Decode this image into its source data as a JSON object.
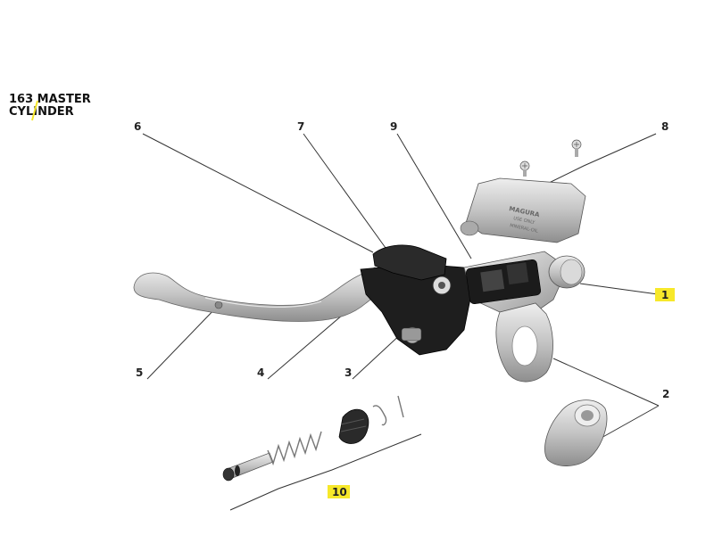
{
  "title": {
    "line1": "163 MASTER",
    "line2": "CYLINDER"
  },
  "callouts": [
    {
      "id": "1",
      "label": "1",
      "highlighted": true
    },
    {
      "id": "2",
      "label": "2",
      "highlighted": false
    },
    {
      "id": "3",
      "label": "3",
      "highlighted": false
    },
    {
      "id": "4",
      "label": "4",
      "highlighted": false
    },
    {
      "id": "5",
      "label": "5",
      "highlighted": false
    },
    {
      "id": "6",
      "label": "6",
      "highlighted": false
    },
    {
      "id": "7",
      "label": "7",
      "highlighted": false
    },
    {
      "id": "8",
      "label": "8",
      "highlighted": false
    },
    {
      "id": "9",
      "label": "9",
      "highlighted": false
    },
    {
      "id": "10",
      "label": "10",
      "highlighted": true
    }
  ],
  "cap_text": {
    "brand": "MAGURA",
    "line1": "USE ONLY",
    "line2": "MINERAL-OIL"
  },
  "colors": {
    "highlight": "#f7e82a",
    "metal": "#c9c9c9",
    "dark_part": "#1e1e1e",
    "line": "#333333"
  }
}
